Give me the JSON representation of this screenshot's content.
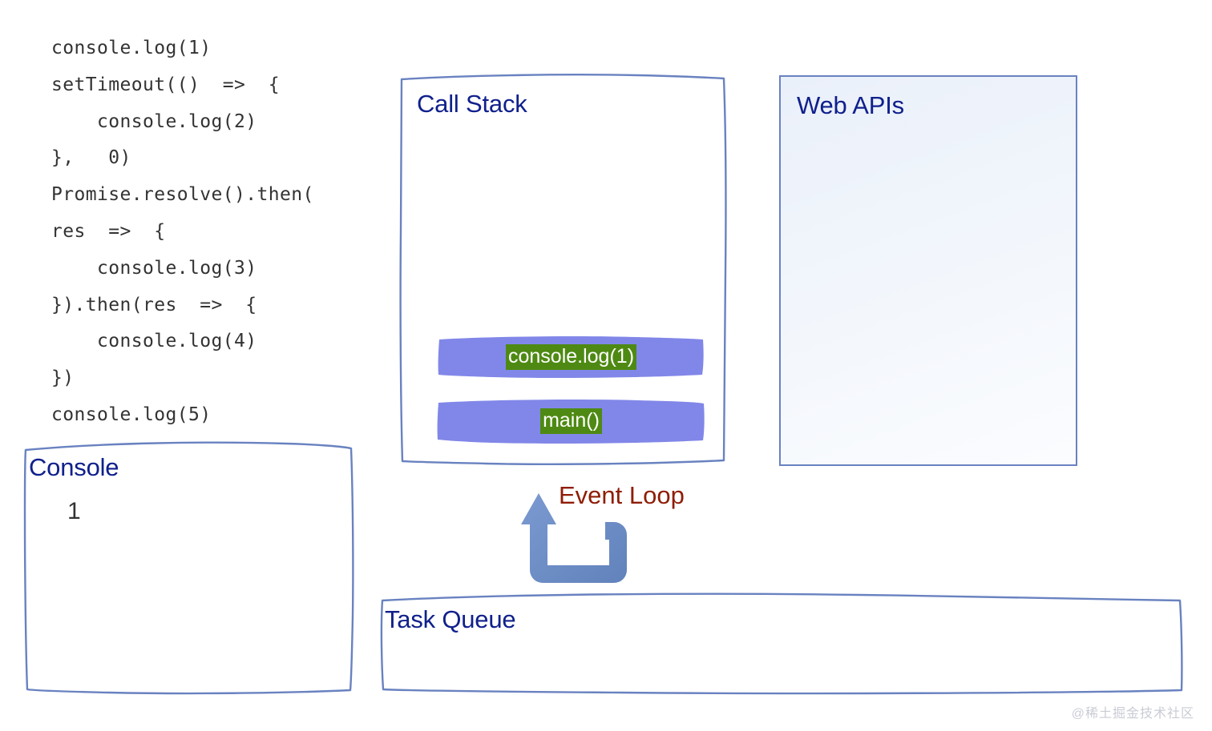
{
  "code": {
    "lines": [
      "console.log(1)",
      "setTimeout(()  =>  {",
      "    console.log(2)",
      "},   0)",
      "Promise.resolve().then(",
      "res  =>  {",
      "    console.log(3)",
      "}).then(res  =>  {",
      "    console.log(4)",
      "})",
      "console.log(5)"
    ]
  },
  "call_stack": {
    "title": "Call Stack",
    "frames": [
      {
        "label": "console.log(1)"
      },
      {
        "label": "main()"
      }
    ]
  },
  "web_apis": {
    "title": "Web APIs",
    "items": []
  },
  "console": {
    "title": "Console",
    "output": [
      "1"
    ]
  },
  "task_queue": {
    "title": "Task Queue",
    "items": []
  },
  "event_loop": {
    "label": "Event Loop",
    "arrow_icon": "curved-up-arrow-icon"
  },
  "watermark": {
    "text": "@稀土掘金技术社区"
  },
  "colors": {
    "box_border": "#6982c0",
    "title_text": "#10208c",
    "code_text": "#333333",
    "frame_fill": "#8187e8",
    "frame_label_bg": "#4e8a13",
    "frame_label_text": "#ffffff",
    "event_loop_arrow": "#6f8fc4",
    "event_loop_label": "#8f1d06",
    "web_apis_bg": "#eef3fb",
    "watermark_text": "#c9ccd4"
  }
}
